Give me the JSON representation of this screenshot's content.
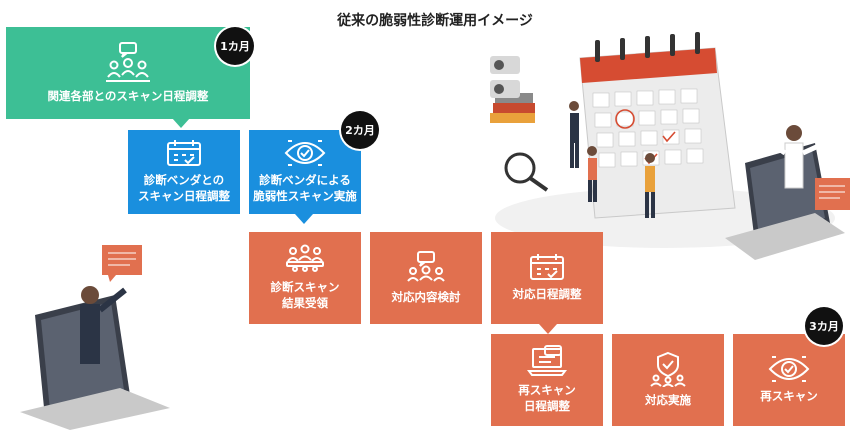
{
  "title": "従来の脆弱性診断運用イメージ",
  "badges": {
    "month1": "1カ月",
    "month2": "2カ月",
    "month3": "3カ月"
  },
  "steps": {
    "schedule_all": "関連各部とのスキャン日程調整",
    "vendor_schedule": [
      "診断ベンダとの",
      "スキャン日程調整"
    ],
    "vendor_scan": [
      "診断ベンダによる",
      "脆弱性スキャン実施"
    ],
    "receive_results": [
      "診断スキャン",
      "結果受領"
    ],
    "response_review": "対応内容検討",
    "response_schedule": "対応日程調整",
    "rescan_schedule": [
      "再スキャン",
      "日程調整"
    ],
    "response_impl": "対応実施",
    "rescan": "再スキャン"
  },
  "icons": {
    "schedule_all": "meeting-people-icon",
    "vendor_schedule": "calendar-icon",
    "vendor_scan": "eye-icon",
    "receive_results": "group-meeting-icon",
    "response_review": "discussion-icon",
    "response_schedule": "calendar-icon",
    "rescan_schedule": "laptop-chat-icon",
    "response_impl": "shield-check-icon",
    "rescan": "eye-icon"
  },
  "colors": {
    "green": "#3dbf95",
    "blue": "#1a8fde",
    "orange": "#e1704f",
    "badge": "#111111"
  }
}
